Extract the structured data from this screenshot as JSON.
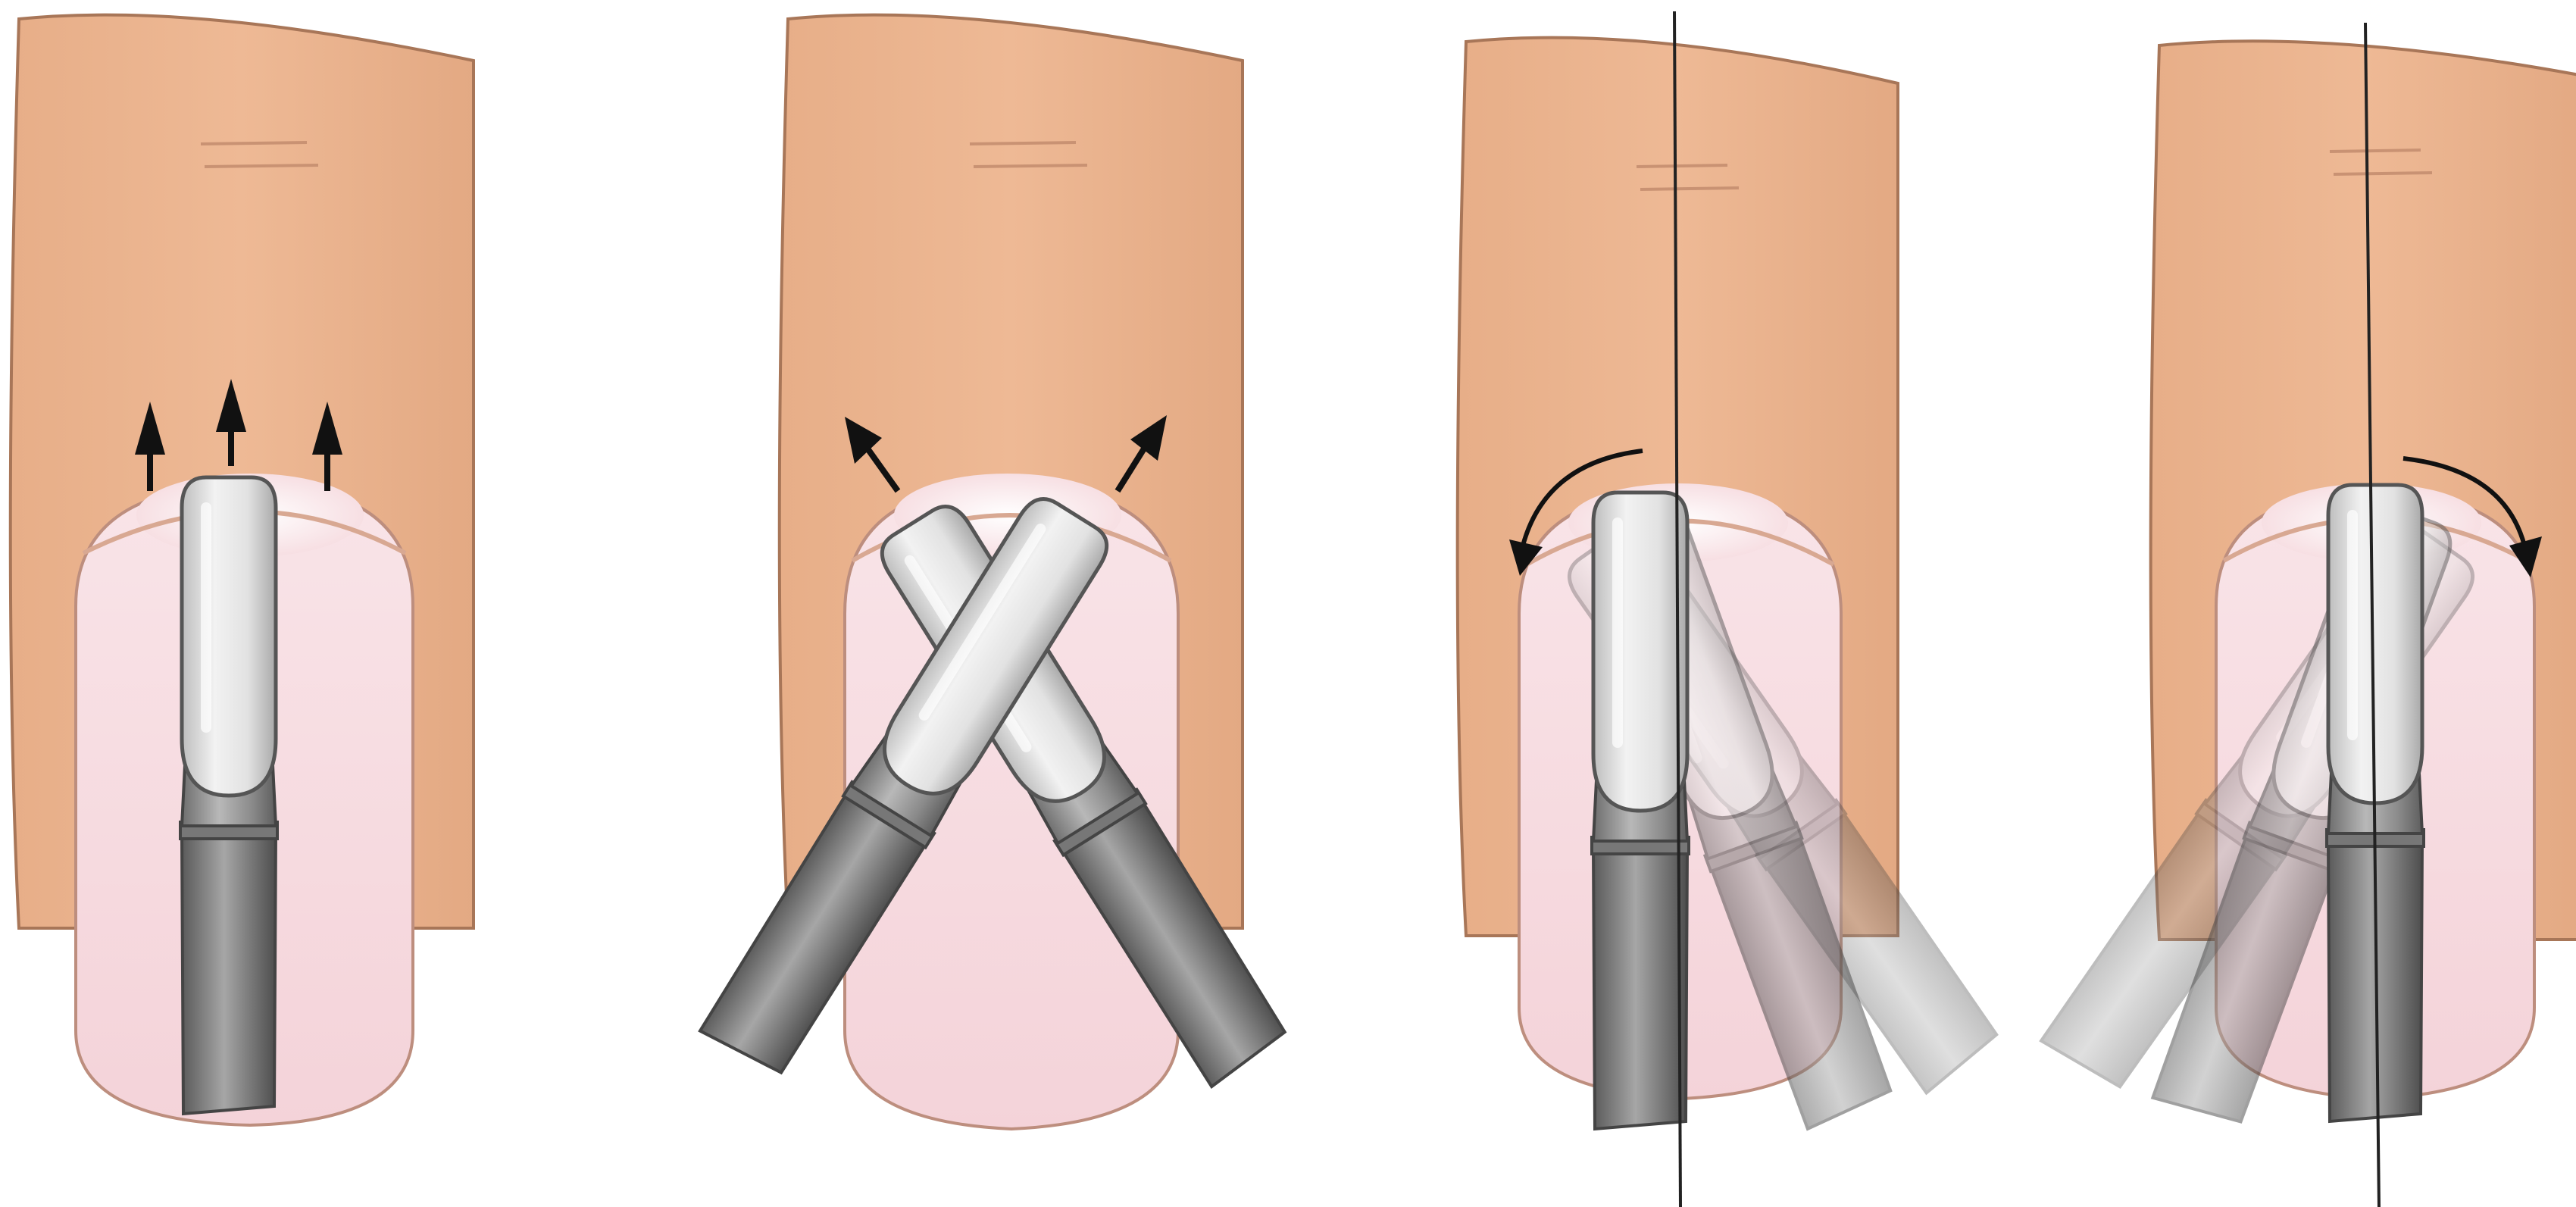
{
  "figure": {
    "background": "#ffffff",
    "colors": {
      "skin": "#eab591",
      "skin_outline": "#a87658",
      "nail_bed": "#f6d9de",
      "nail_outline": "#bd8e7e",
      "lunula": "#fbeef0",
      "instrument_head": "#e6e6e6",
      "instrument_shaft": "#8c8c8c",
      "instrument_outline": "#4a4a4a",
      "arrow": "#111111",
      "reference_line": "#222222"
    },
    "panels": [
      {
        "name": "panel-straight-push",
        "instrument_strokes": 1,
        "arrows": [
          "arrow-up-icon",
          "arrow-up-icon",
          "arrow-up-icon"
        ],
        "reference_line": false
      },
      {
        "name": "panel-cross-push",
        "instrument_strokes": 2,
        "arrows": [
          "arrow-up-left-icon",
          "arrow-up-right-icon"
        ],
        "reference_line": false
      },
      {
        "name": "panel-rotate-left",
        "instrument_strokes": 3,
        "arrows": [
          "curved-arrow-counterclockwise-icon"
        ],
        "reference_line": true
      },
      {
        "name": "panel-rotate-right",
        "instrument_strokes": 3,
        "arrows": [
          "curved-arrow-clockwise-icon"
        ],
        "reference_line": true
      }
    ]
  }
}
